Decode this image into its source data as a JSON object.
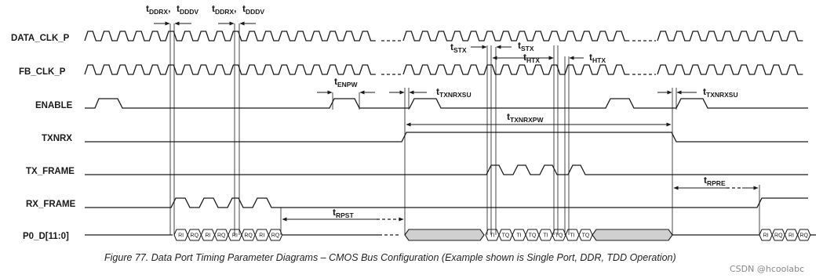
{
  "signals": {
    "data_clk": "DATA_CLK_P",
    "fb_clk": "FB_CLK_P",
    "enable": "ENABLE",
    "txnrx": "TXNRX",
    "tx_frame": "TX_FRAME",
    "rx_frame": "RX_FRAME",
    "p0_d": "P0_D[11:0]"
  },
  "timing": {
    "ddrx1": {
      "main": "t",
      "sub": "DDRX"
    },
    "dddv1": {
      "main": "t",
      "sub": "DDDV"
    },
    "ddrx2": {
      "main": "t",
      "sub": "DDRX"
    },
    "dddv2": {
      "main": "t",
      "sub": "DDDV"
    },
    "comma": ",",
    "enpw": {
      "main": "t",
      "sub": "ENPW"
    },
    "txnrxsu1": {
      "main": "t",
      "sub": "TXNRXSU"
    },
    "txnrxsu2": {
      "main": "t",
      "sub": "TXNRXSU"
    },
    "txnrxpw": {
      "main": "t",
      "sub": "TXNRXPW"
    },
    "stx1": {
      "main": "t",
      "sub": "STX"
    },
    "stx2": {
      "main": "t",
      "sub": "STX"
    },
    "htx1": {
      "main": "t",
      "sub": "HTX"
    },
    "htx2": {
      "main": "t",
      "sub": "HTX"
    },
    "rpst": {
      "main": "t",
      "sub": "RPST"
    },
    "rpre": {
      "main": "t",
      "sub": "RPRE"
    }
  },
  "bus": {
    "rx_cells_1": [
      "RI",
      "RQ",
      "RI",
      "RQ",
      "RI",
      "RQ",
      "RI",
      "RQ"
    ],
    "tx_cells": [
      "TI",
      "TQ",
      "TI",
      "TQ",
      "TI",
      "TQ",
      "TI",
      "TQ"
    ],
    "rx_cells_2": [
      "RI",
      "RQ",
      "RI",
      "RQ"
    ]
  },
  "caption": "Figure 77. Data Port Timing Parameter Diagrams – CMOS Bus Configuration (Example shown is Single Port, DDR, TDD Operation)",
  "watermark": "CSDN @hcoolabc"
}
